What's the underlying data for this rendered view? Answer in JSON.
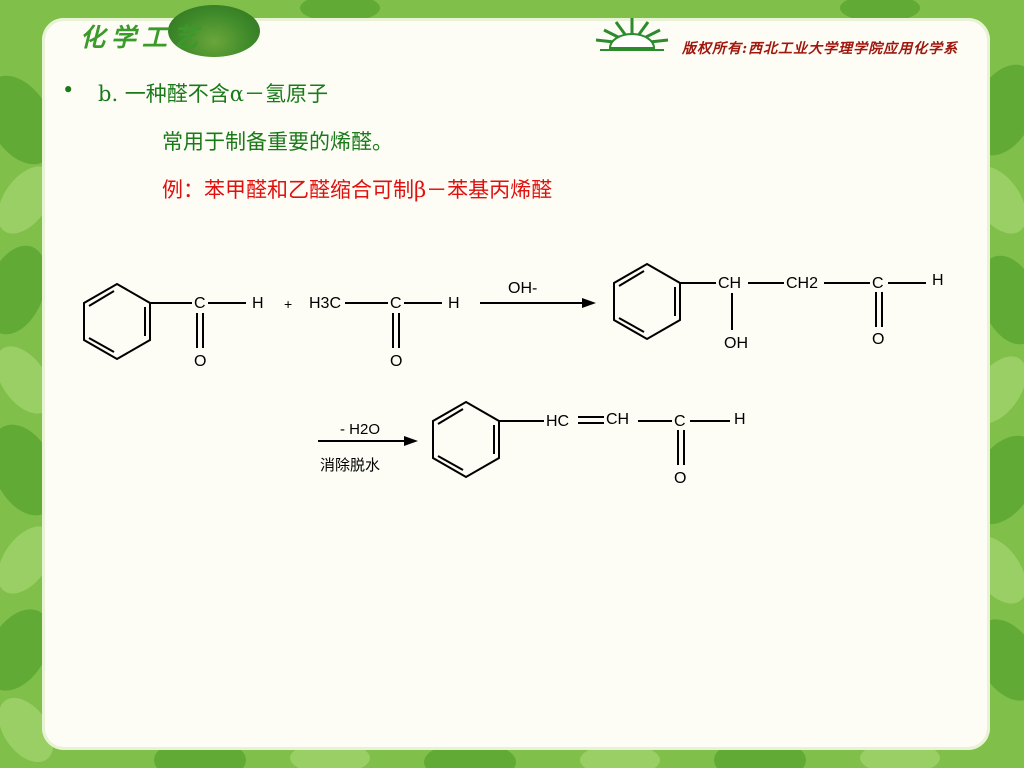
{
  "header": {
    "logo_text": "化学工艺",
    "copyright": "版权所有:西北工业大学理学院应用化学系"
  },
  "body": {
    "bullet": "•",
    "line1": "b.  一种醛不含α－氢原子",
    "line2": "常用于制备重要的烯醛。",
    "line3": "例：苯甲醛和乙醛缩合可制β－苯基丙烯醛"
  },
  "reaction": {
    "r1_c": "C",
    "r1_h": "H",
    "r1_o": "O",
    "plus": "+",
    "r2_h3c": "H3C",
    "r2_c": "C",
    "r2_h": "H",
    "r2_o": "O",
    "catalyst": "OH-",
    "p1_ch": "CH",
    "p1_ch2": "CH2",
    "p1_c": "C",
    "p1_h": "H",
    "p1_oh": "OH",
    "p1_o": "O",
    "step2_reagent": "- H2O",
    "step2_label": "消除脱水",
    "p2_hc": "HC",
    "p2_ch": "CH",
    "p2_c": "C",
    "p2_h": "H",
    "p2_o": "O"
  },
  "colors": {
    "green_text": "#1a7a1a",
    "red_text": "#e0100e",
    "leaf_green": "#7fbf4a"
  }
}
